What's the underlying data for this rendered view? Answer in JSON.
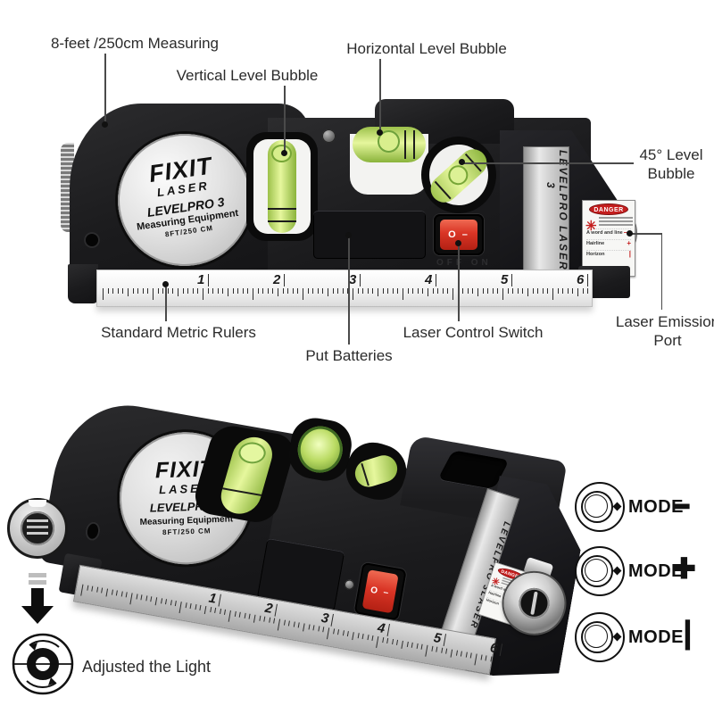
{
  "page": {
    "background": "#ffffff"
  },
  "colors": {
    "body_black": "#1b1b1d",
    "bubble_green": "#c6e168",
    "bubble_green_dark": "#7fae3a",
    "switch_red": "#d93425",
    "silver": "#d9d9d9",
    "danger_red": "#c41e1e",
    "callout_text": "#2b2b2b"
  },
  "annotations": {
    "top_view": {
      "measuring": "8-feet /250cm Measuring",
      "vertical_bubble": "Vertical Level Bubble",
      "horizontal_bubble": "Horizontal Level Bubble",
      "angle_bubble": "45° Level Bubble",
      "rulers": "Standard Metric Rulers",
      "batteries": "Put Batteries",
      "switch": "Laser Control Switch",
      "emission": "Laser Emission Port"
    },
    "perspective_view": {
      "adjust": "Adjusted the Light",
      "modes": [
        {
          "label": "MODE",
          "symbol": "━"
        },
        {
          "label": "MODE",
          "symbol": "✚"
        },
        {
          "label": "MODE",
          "symbol": "┃"
        }
      ]
    }
  },
  "product": {
    "logo": {
      "brand": "FIXIT",
      "sub": "LASER",
      "model": "LEVELPRO 3",
      "tagline": "Measuring Equipment",
      "spec": "8FT/250 CM"
    },
    "side_strip": {
      "line1": "LASER",
      "line2": "LEVELPRO 3"
    },
    "danger_label": {
      "title": "DANGER",
      "rows": [
        {
          "text": "A word and line",
          "symbol": "—"
        },
        {
          "text": "Hairline",
          "symbol": "+"
        },
        {
          "text": "Horizon",
          "symbol": "|"
        }
      ]
    },
    "switch_marks": "O –",
    "switch_molded": "OFF ON",
    "ruler_numbers": [
      1,
      2,
      3,
      4,
      5,
      6
    ]
  }
}
